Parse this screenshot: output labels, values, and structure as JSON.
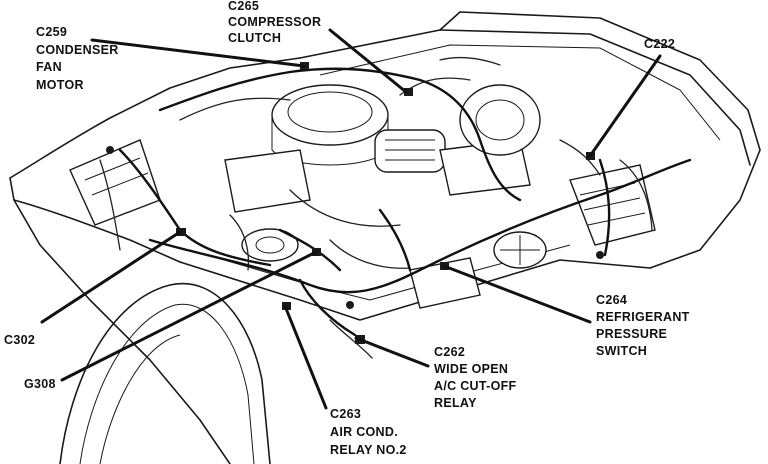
{
  "labels": {
    "c265": [
      "C265",
      "COMPRESSOR",
      "CLUTCH"
    ],
    "c259": [
      "C259",
      "CONDENSER",
      "FAN",
      "MOTOR"
    ],
    "c222": [
      "C222"
    ],
    "c302": [
      "C302"
    ],
    "g308": [
      "G308"
    ],
    "c264": [
      "C264",
      "REFRIGERANT",
      "PRESSURE",
      "SWITCH"
    ],
    "c262": [
      "C262",
      "WIDE OPEN",
      "A/C CUT-OFF",
      "RELAY"
    ],
    "c263": [
      "C263",
      "AIR COND.",
      "RELAY NO.2"
    ]
  }
}
